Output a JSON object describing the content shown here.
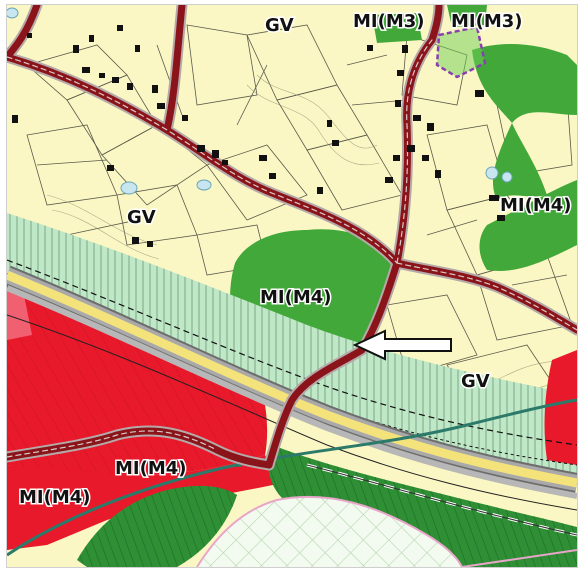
{
  "labels": {
    "gv_top": "GV",
    "mi_m3_left": "MI(M3)",
    "mi_m3_right": "MI(M3)",
    "gv_left": "GV",
    "mi_m4_right": "MI(M4)",
    "mi_m4_center": "MI(M4)",
    "gv_right": "GV",
    "mi_m4_bottom_mid": "MI(M4)",
    "mi_m4_bottom_left": "MI(M4)"
  },
  "colors": {
    "residential_zone": "#fbf7c4",
    "green_zone": "#43a83a",
    "hatched_green_zone": "#bfe8c6",
    "red_zone": "#e8192a",
    "main_road": "#8a1419",
    "highway": "#f4e27a",
    "teal_line": "#2b7a6a",
    "purple_boundary": "#8a3fb0",
    "pink_boundary": "#e8a6c8"
  },
  "icons": {
    "arrow": "arrow-left-outline-icon"
  }
}
